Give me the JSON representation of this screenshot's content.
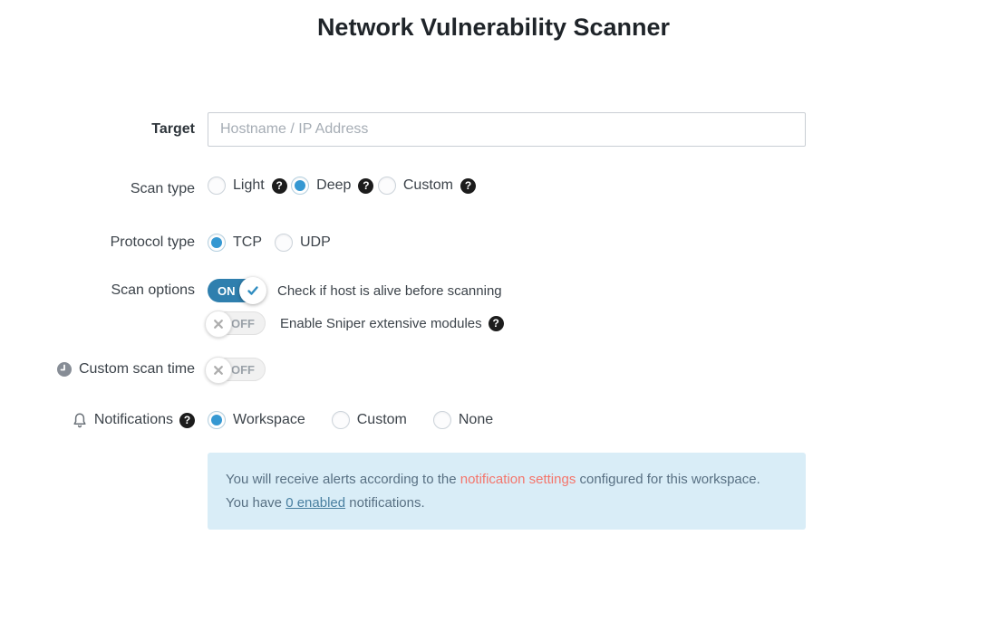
{
  "title": "Network Vulnerability Scanner",
  "form": {
    "target": {
      "label": "Target",
      "placeholder": "Hostname / IP Address",
      "value": ""
    },
    "scan_type": {
      "label": "Scan type",
      "options": [
        {
          "label": "Light",
          "selected": false
        },
        {
          "label": "Deep",
          "selected": true
        },
        {
          "label": "Custom",
          "selected": false
        }
      ]
    },
    "protocol_type": {
      "label": "Protocol type",
      "options": [
        {
          "label": "TCP",
          "selected": true
        },
        {
          "label": "UDP",
          "selected": false
        }
      ]
    },
    "scan_options": {
      "label": "Scan options",
      "toggles": [
        {
          "state": "ON",
          "label": "Check if host is alive before scanning"
        },
        {
          "state": "OFF",
          "label": "Enable Sniper extensive modules"
        }
      ]
    },
    "custom_scan_time": {
      "label": "Custom scan time",
      "state": "OFF"
    },
    "notifications": {
      "label": "Notifications",
      "options": [
        {
          "label": "Workspace",
          "selected": true
        },
        {
          "label": "Custom",
          "selected": false
        },
        {
          "label": "None",
          "selected": false
        }
      ]
    },
    "info": {
      "line1_pre": "You will receive alerts according to the ",
      "line1_link": "notification settings",
      "line1_post": " configured for this workspace.",
      "line2_pre": "You have ",
      "line2_link": "0 enabled",
      "line2_post": " notifications."
    }
  },
  "icons": {
    "help": "question-circle",
    "clock": "clock",
    "bell": "bell",
    "check": "check",
    "cross": "cross"
  },
  "colors": {
    "radio_selected": "#3598d2",
    "toggle_on": "#2f7fae",
    "info_background": "#d9edf7",
    "info_text": "#587083",
    "link_salmon": "#f4756b",
    "link_enabled": "#497fa0",
    "help_icon": "#1c1c1c",
    "title_text": "#1f2429"
  }
}
